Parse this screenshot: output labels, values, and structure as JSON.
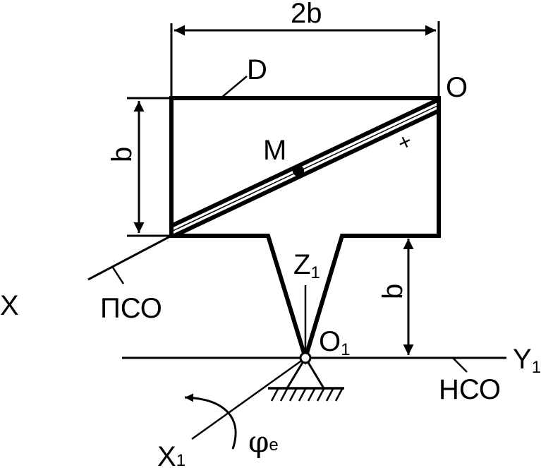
{
  "labels": {
    "dim_width": "2b",
    "dim_height_left": "b",
    "dim_height_right": "b",
    "D": "D",
    "O": "O",
    "M": "M",
    "plus": "+",
    "X": "X",
    "PSO": "ПСО",
    "Z1_main": "Z",
    "Z1_sub": "1",
    "O1_main": "O",
    "O1_sub": "1",
    "Y1_main": "Y",
    "Y1_sub": "1",
    "NSO": "НСО",
    "X1_main": "X",
    "X1_sub": "1",
    "phi_main": "φ",
    "phi_sub": "e"
  },
  "colors": {
    "ink": "#000000",
    "background": "#ffffff"
  }
}
